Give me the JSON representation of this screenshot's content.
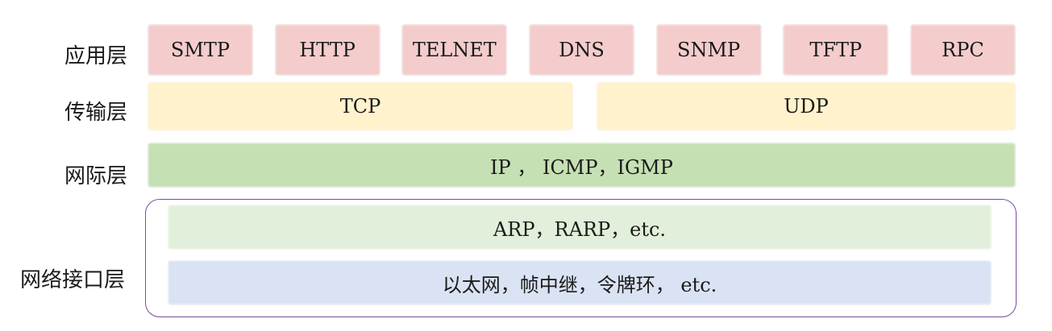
{
  "layers": {
    "application": {
      "label": "应用层",
      "protocols": [
        "SMTP",
        "HTTP",
        "TELNET",
        "DNS",
        "SNMP",
        "TFTP",
        "RPC"
      ],
      "color": "#f4cccc"
    },
    "transport": {
      "label": "传输层",
      "protocols": [
        "TCP",
        "UDP"
      ],
      "color": "#fff2cc"
    },
    "internet": {
      "label": "网际层",
      "protocols_text": "IP ， ICMP，IGMP",
      "color": "#c5e0b3"
    },
    "network_interface": {
      "label": "网络接口层",
      "row1_text": "ARP，RARP，etc.",
      "row1_color": "#e2efda",
      "row2_text": "以太网，帧中继，令牌环， etc.",
      "row2_color": "#dae3f3",
      "frame_color": "#7a4b9e"
    }
  }
}
